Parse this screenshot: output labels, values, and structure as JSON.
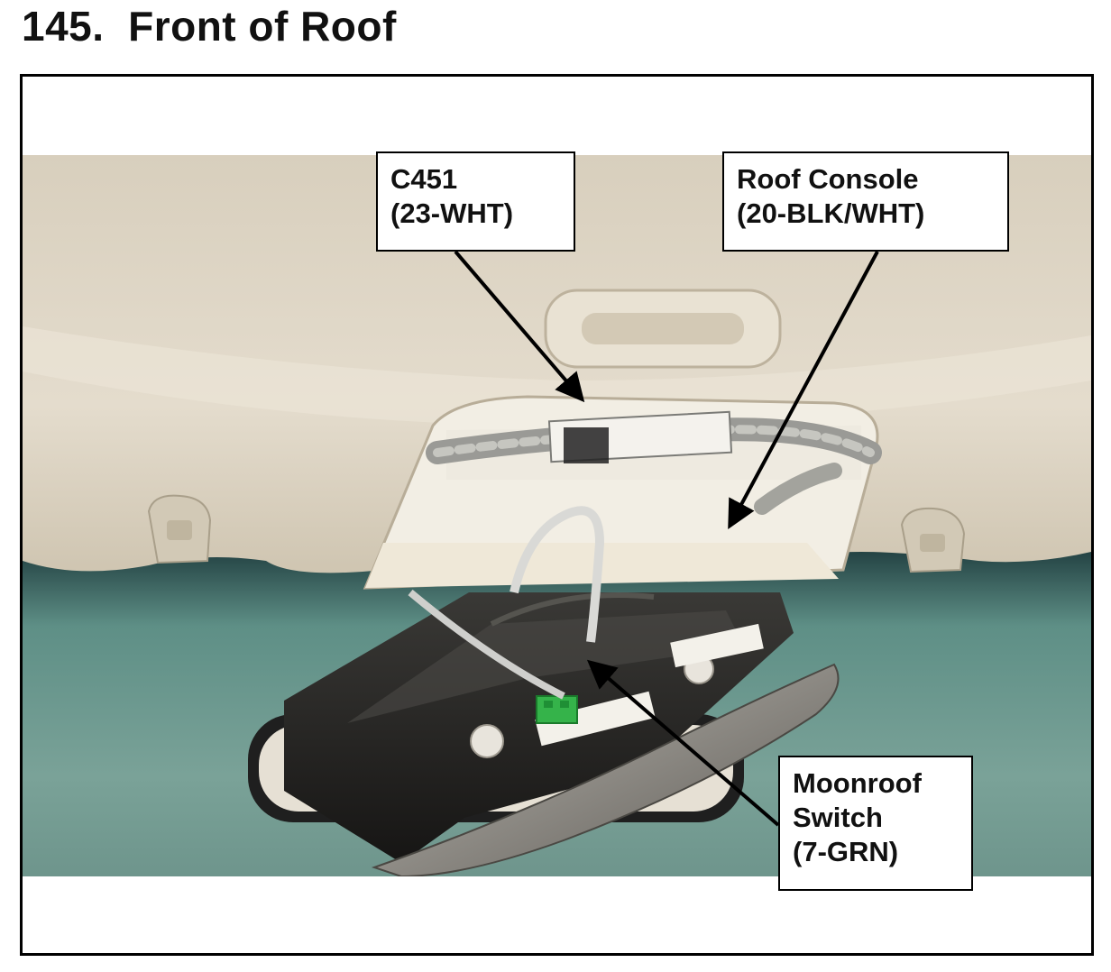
{
  "page": {
    "title": "145.  Front of Roof"
  },
  "callouts": {
    "c451": {
      "line1": "C451",
      "line2": "(23-WHT)"
    },
    "roof_console": {
      "line1": "Roof Console",
      "line2": "(20-BLK/WHT)"
    },
    "moonroof_switch": {
      "line1": "Moonroof",
      "line2": "Switch",
      "line3": "(7-GRN)"
    }
  },
  "colors": {
    "headliner": "#dcd3c2",
    "windshield": "#6f9a90",
    "console_body": "#2b2a28",
    "connector_green": "#35b34a",
    "arrow": "#000000"
  },
  "icons": {
    "arrow": "arrow-pointer-icon"
  }
}
